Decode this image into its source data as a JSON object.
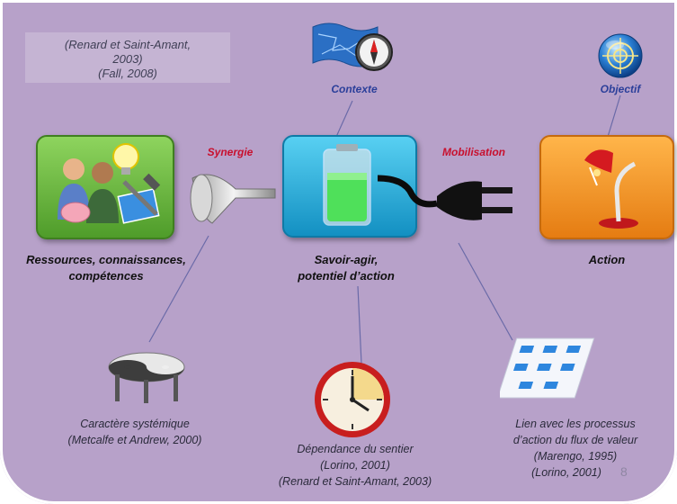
{
  "references_top": {
    "line1": "(Renard et Saint-Amant,",
    "line2": "2003)",
    "line3": "(Fall, 2008)"
  },
  "labels": {
    "contexte": "Contexte",
    "objectif": "Objectif",
    "synergie": "Synergie",
    "mobilisation": "Mobilisation"
  },
  "nodes": {
    "ressources_line1": "Ressources, connaissances,",
    "ressources_line2": "compétences",
    "savoir_line1": "Savoir-agir,",
    "savoir_line2": "potentiel d’action",
    "action": "Action"
  },
  "notes": {
    "systemique_line1": "Caractère systémique",
    "systemique_line2": "(Metcalfe et Andrew, 2000)",
    "sentier_line1": "Dépendance du sentier",
    "sentier_line2": "(Lorino, 2001)",
    "sentier_line3": "(Renard et Saint-Amant, 2003)",
    "processus_line1": "Lien avec les processus",
    "processus_line2": "d’action du flux de valeur",
    "processus_line3": "(Marengo, 1995)",
    "processus_line4": "(Lorino, 2001)"
  },
  "page_number": "8",
  "colors": {
    "background": "#b7a1c9",
    "green_tile": "#5aa832",
    "cyan_tile": "#19a9d8",
    "orange_tile": "#f08a1c",
    "red_label": "#c8102e",
    "blue_label": "#2b3f9a"
  }
}
